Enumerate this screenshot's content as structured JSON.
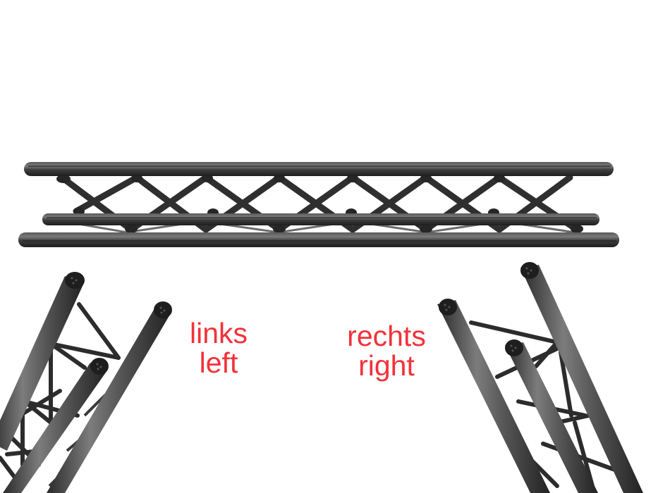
{
  "image": {
    "description": "3D rendering of black aluminium truss: one horizontal triangular truss segment on top, and two angled corner truss pieces below",
    "background": "#ffffff",
    "truss_color": "#3a3a3a",
    "label_color": "#f2323a"
  },
  "labels": {
    "left": {
      "line1": "links",
      "line2": "left"
    },
    "right": {
      "line1": "rechts",
      "line2": "right"
    }
  }
}
